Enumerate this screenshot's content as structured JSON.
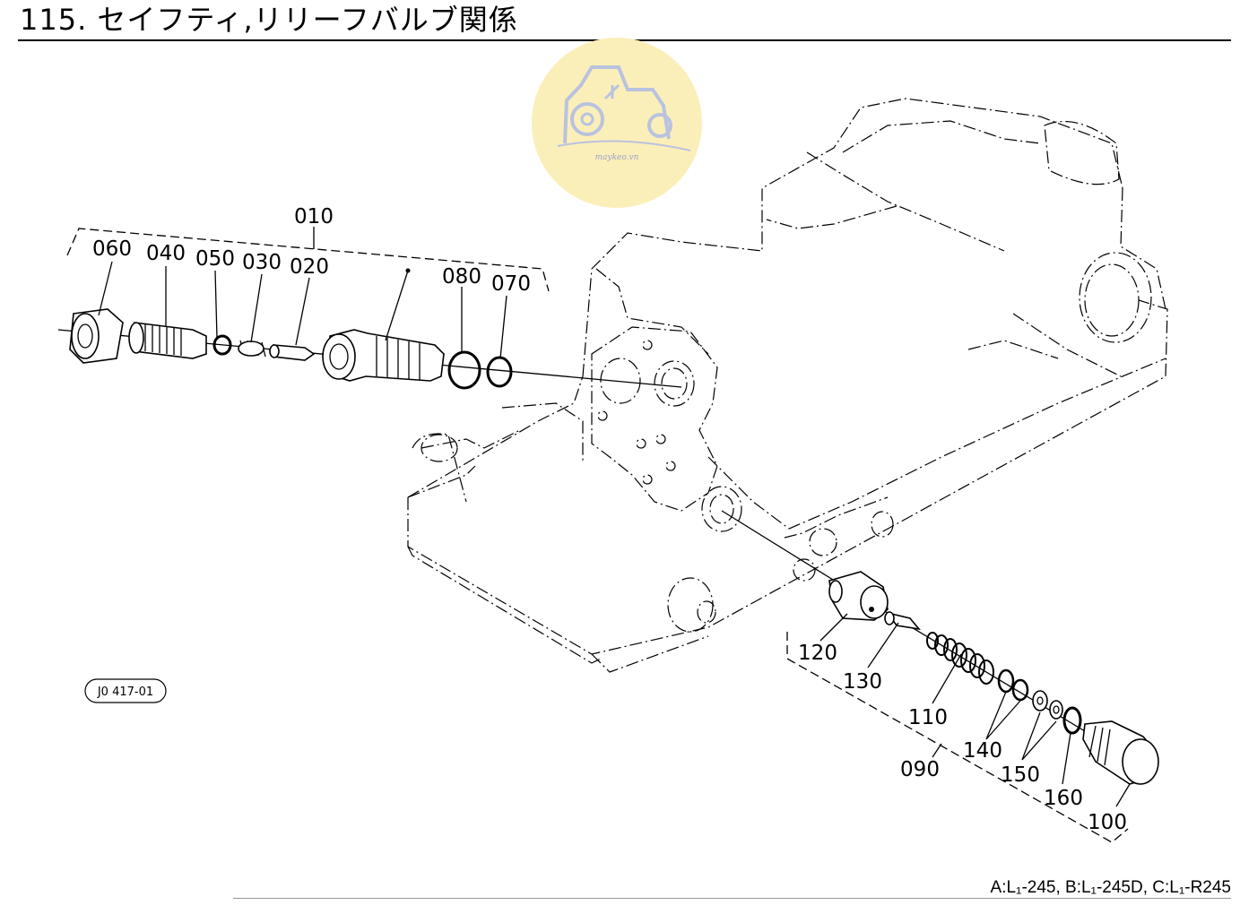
{
  "header": {
    "title": "115. セイフティ,リリーフバルブ関係"
  },
  "watermark": {
    "text": "maykeo.vn"
  },
  "drawing_code": "J0 417-01",
  "parts": {
    "p010": "010",
    "p060": "060",
    "p040": "040",
    "p050": "050",
    "p030": "030",
    "p020": "020",
    "p080": "080",
    "p070": "070",
    "p120": "120",
    "p130": "130",
    "p110": "110",
    "p090": "090",
    "p140": "140",
    "p150": "150",
    "p160": "160",
    "p100": "100"
  },
  "footer": {
    "models": "A:L₁-245,  B:L₁-245D,  C:L₁-R245"
  }
}
